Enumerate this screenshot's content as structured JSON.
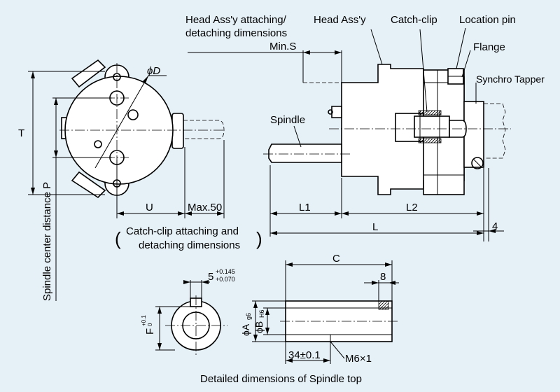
{
  "labels": {
    "head_attach_line1": "Head Ass'y attaching/",
    "head_attach_line2": "detaching dimensions",
    "min_s": "Min.S",
    "head_assy": "Head Ass'y",
    "catch_clip": "Catch-clip",
    "location_pin": "Location pin",
    "flange": "Flange",
    "synchro_tapper": "Synchro Tapper",
    "spindle": "Spindle",
    "phi_d": "ϕD",
    "t": "T",
    "spindle_center_distance": "Spindle center distance P",
    "u": "U",
    "max50": "Max.50",
    "l1": "L1",
    "l2": "L2",
    "l": "L",
    "four": "4",
    "catch_clip_dims_line1": "Catch-clip attaching and",
    "catch_clip_dims_line2": "detaching dimensions",
    "paren_open": "(",
    "paren_close": ")",
    "c": "C",
    "eight": "8",
    "five": "5",
    "five_tol_upper": "+0.145",
    "five_tol_lower": "+0.070",
    "f": "F",
    "f_tol_upper": "+0.1",
    "f_tol_lower": "0",
    "phi_a": "ϕA",
    "phi_a_sub": "g6",
    "phi_b": "ϕB",
    "phi_b_sub": "H6",
    "dim_34": "34±0.1",
    "m6": "M6×1",
    "caption": "Detailed dimensions of Spindle top"
  },
  "colors": {
    "background": "#e6f1f7",
    "line": "#000000",
    "part_fill": "#ffffff"
  }
}
